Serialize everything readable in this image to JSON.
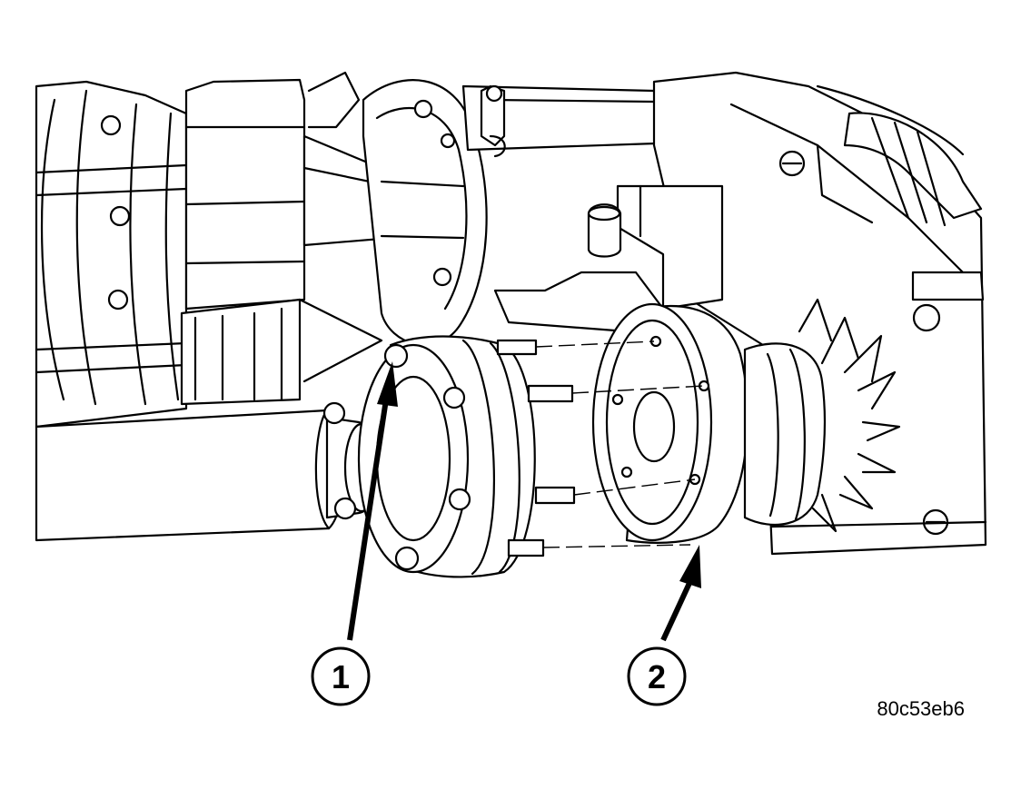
{
  "callouts": [
    {
      "number": "1"
    },
    {
      "number": "2"
    }
  ],
  "figure_id": "80c53eb6",
  "colors": {
    "line": "#000000",
    "background": "#ffffff"
  }
}
